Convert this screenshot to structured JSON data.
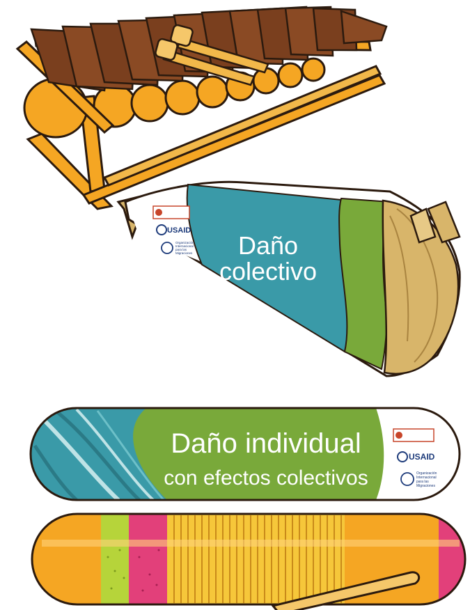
{
  "card_colectivo": {
    "title_line1": "Daño",
    "title_line2": "colectivo",
    "logos": {
      "usaid": "USAID",
      "oim_line1": "Organización",
      "oim_line2": "Internacional",
      "oim_line3": "para las",
      "oim_line4": "Migraciones"
    }
  },
  "card_individual": {
    "title_line1": "Daño individual",
    "title_line2": "con efectos colectivos",
    "logos": {
      "usaid": "USAID",
      "oim_line1": "Organización",
      "oim_line2": "Internacional",
      "oim_line3": "para las",
      "oim_line4": "Migraciones"
    }
  },
  "colors": {
    "wood_key": "#7a3f1e",
    "wood_key_light": "#9a5530",
    "frame_orange": "#f5a623",
    "frame_outline": "#2b1a0e",
    "teal": "#3a9aa8",
    "green": "#79a93a",
    "yellow": "#f6c73a",
    "pink": "#e2407a",
    "lime": "#b6d43a",
    "tan": "#d8b56a"
  }
}
